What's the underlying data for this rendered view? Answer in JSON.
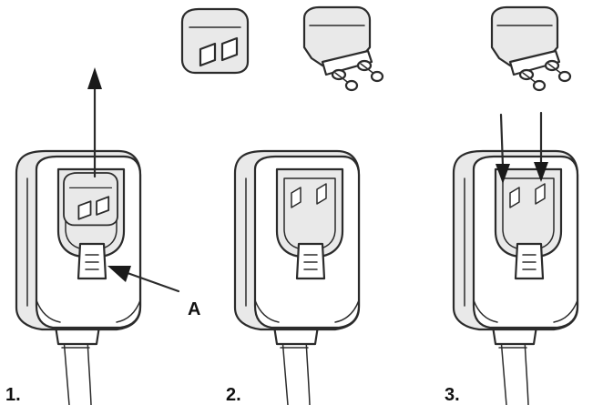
{
  "diagram": {
    "steps": [
      {
        "number": "1."
      },
      {
        "number": "2."
      },
      {
        "number": "3."
      }
    ],
    "callout_label": "A"
  }
}
